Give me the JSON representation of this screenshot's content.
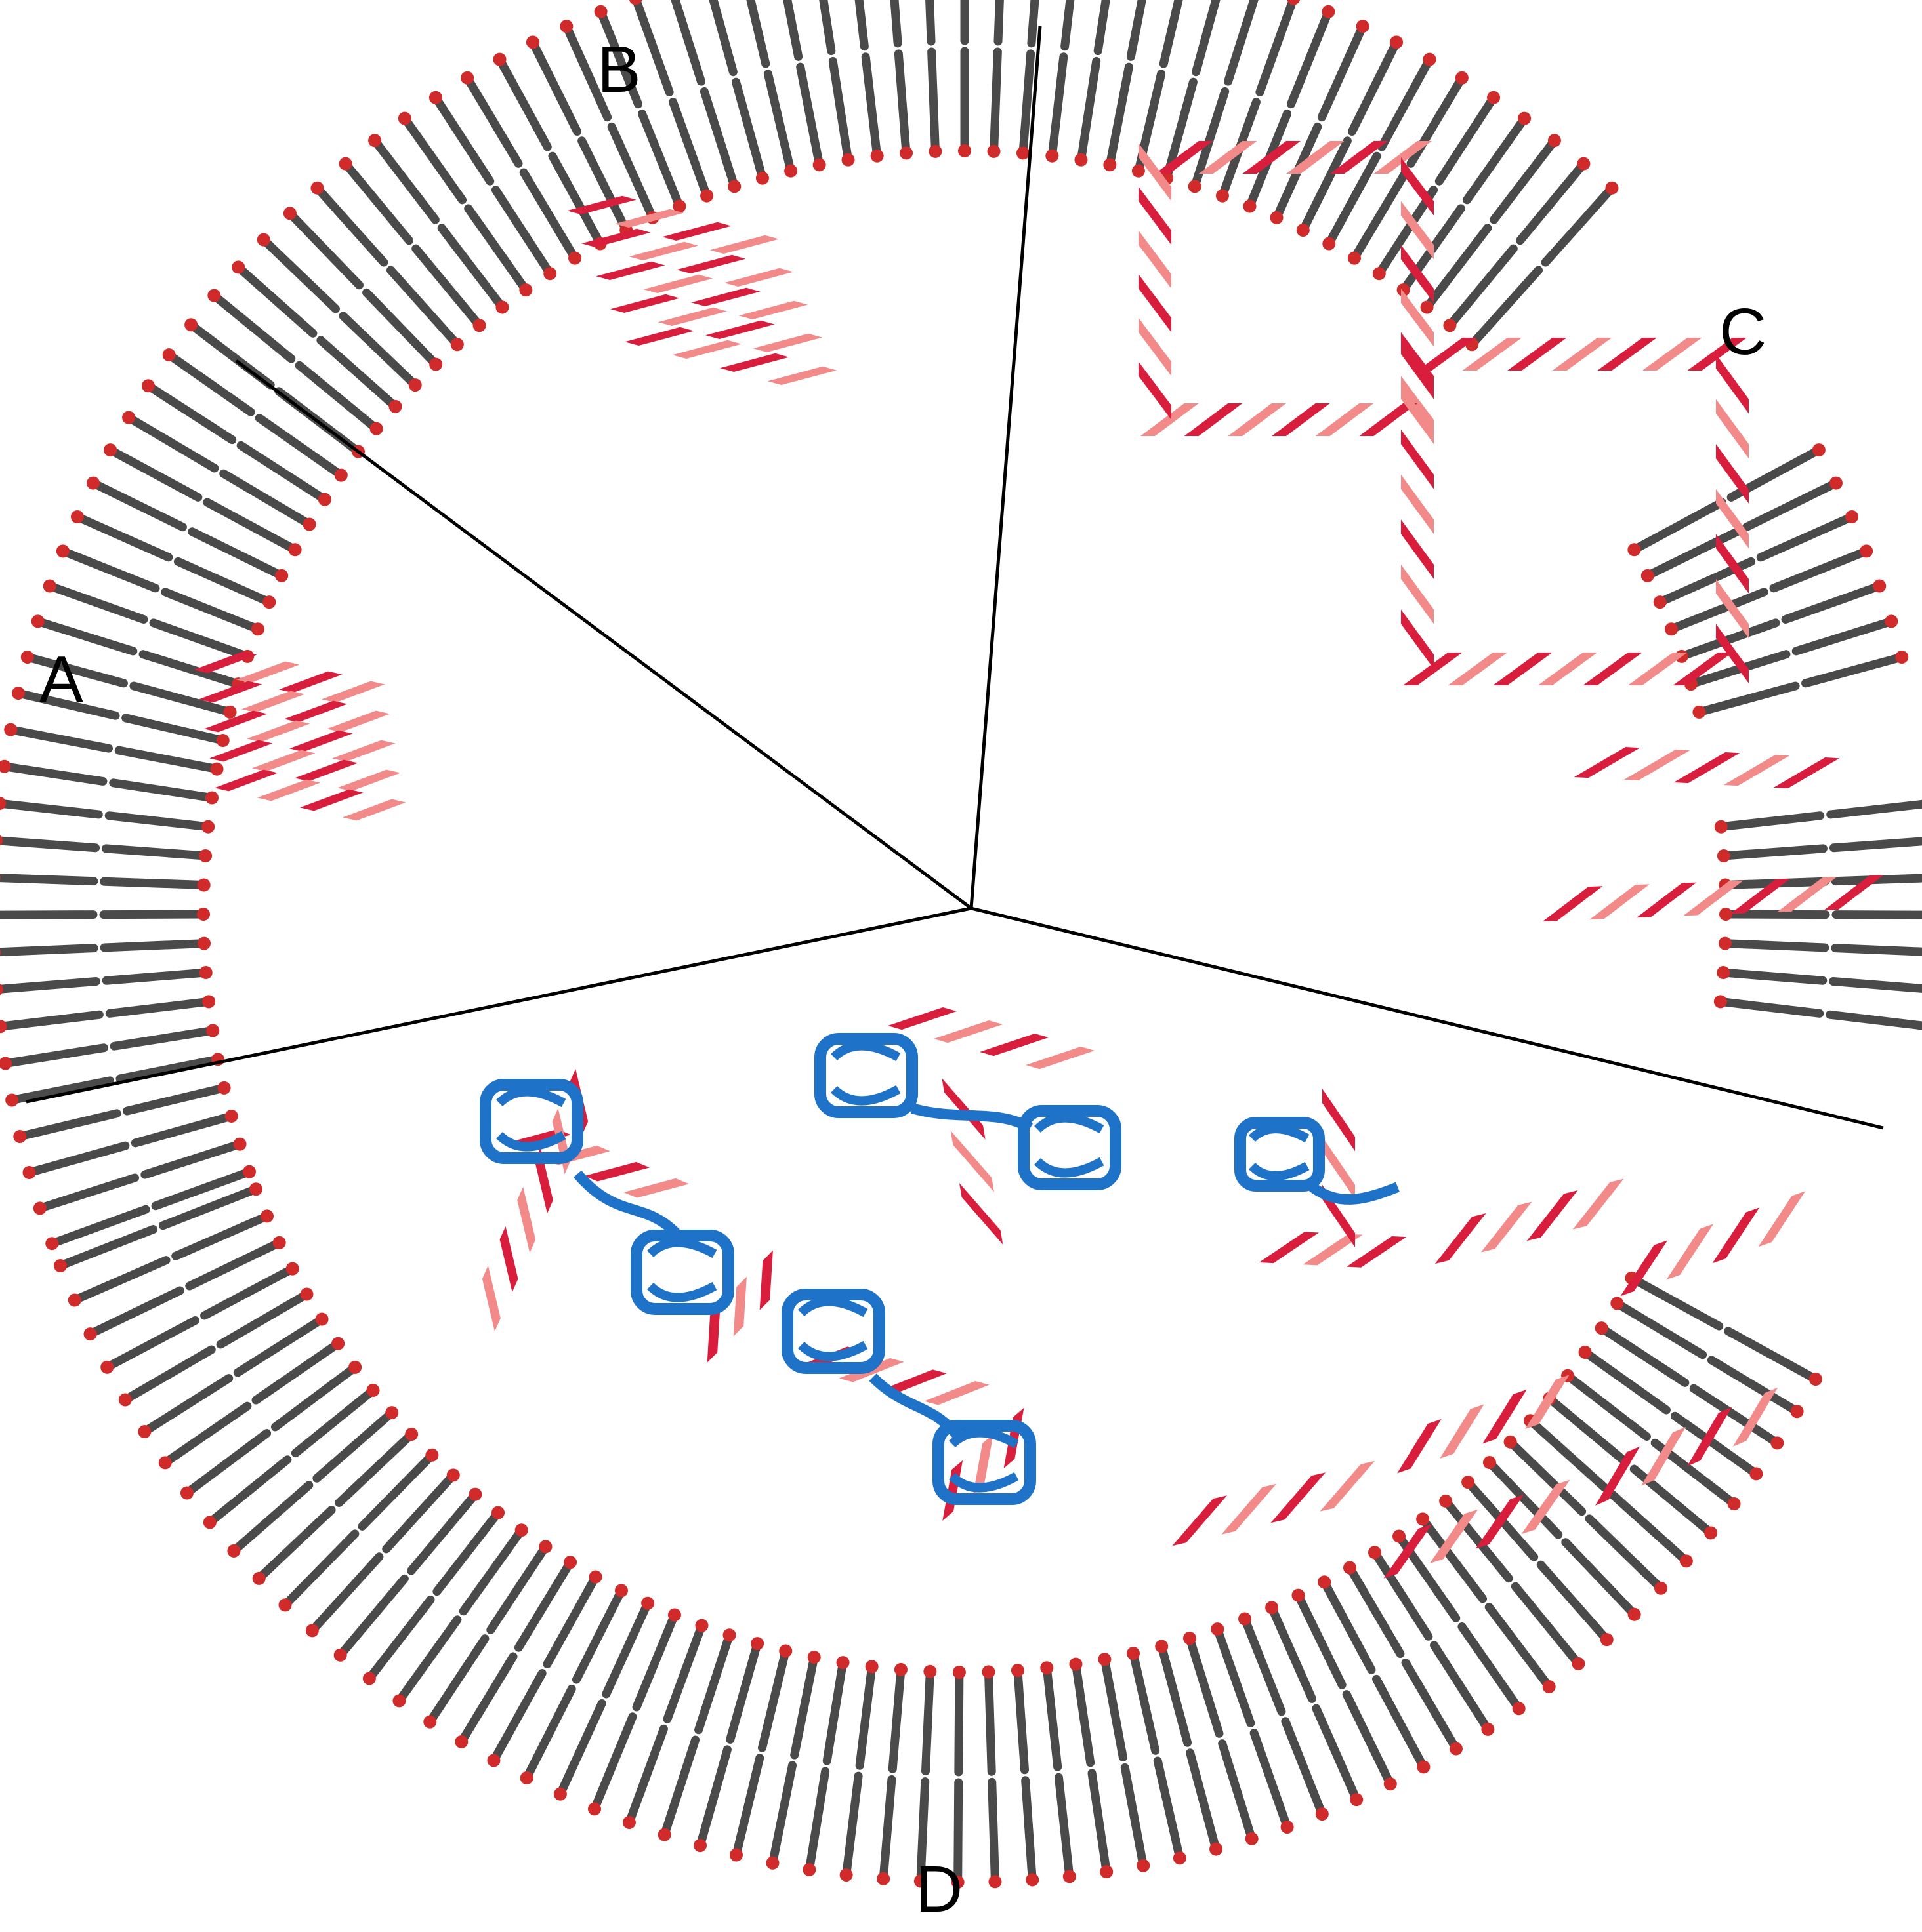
{
  "labels": {
    "a": "A",
    "b": "B",
    "c": "C",
    "d": "D"
  },
  "colors": {
    "helix": "#d81e3c",
    "helix_light": "#f28a8a",
    "lipid_tail": "#4a4a4a",
    "lipid_head": "#d02a2a",
    "protein": "#1e73c8",
    "divider": "#000000"
  }
}
